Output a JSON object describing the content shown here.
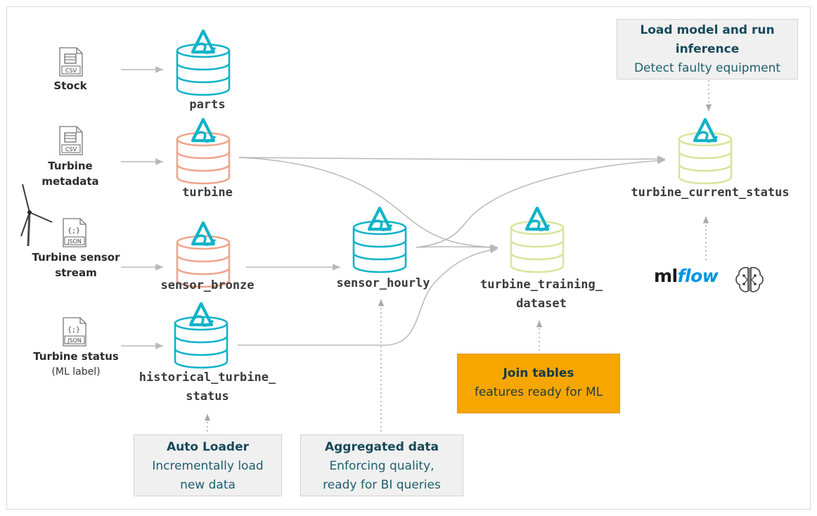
{
  "sources": [
    {
      "id": "stock",
      "file_type": "CSV",
      "label": "Stock",
      "sub": ""
    },
    {
      "id": "turbine-metadata",
      "file_type": "CSV",
      "label": "Turbine metadata",
      "label_lines": [
        "Turbine",
        "metadata"
      ],
      "sub": ""
    },
    {
      "id": "turbine-sensor-stream",
      "file_type": "JSON",
      "label": "Turbine sensor stream",
      "label_lines": [
        "Turbine sensor",
        "stream"
      ],
      "sub": ""
    },
    {
      "id": "turbine-status",
      "file_type": "JSON",
      "label": "Turbine status",
      "sub": "(ML label)"
    }
  ],
  "tables": {
    "parts": {
      "label": "parts",
      "color": "#10b3c8"
    },
    "turbine": {
      "label": "turbine",
      "color": "#eea58d"
    },
    "sensor_bronze": {
      "label": "sensor_bronze",
      "color": "#eea58d"
    },
    "historical_turbine_status": {
      "label_lines": [
        "historical_turbine_",
        "status"
      ],
      "color": "#10b3c8"
    },
    "sensor_hourly": {
      "label": "sensor_hourly",
      "color": "#10b3c8"
    },
    "turbine_training_dataset": {
      "label_lines": [
        "turbine_training_",
        "dataset"
      ],
      "color": "#d9e59d"
    },
    "turbine_current_status": {
      "label": "turbine_current_status",
      "color": "#d9e59d"
    }
  },
  "boxes": {
    "auto_loader": {
      "title": "Auto Loader",
      "lines": [
        "Incrementally load",
        "new data"
      ]
    },
    "aggregated": {
      "title": "Aggregated data",
      "lines": [
        "Enforcing quality,",
        "ready for BI queries"
      ]
    },
    "join": {
      "title": "Join tables",
      "lines": [
        "features ready for ML"
      ]
    },
    "inference": {
      "title_lines": [
        "Load model and run",
        "inference"
      ],
      "lines": [
        "Detect faulty equipment"
      ]
    }
  },
  "mlflow": {
    "ml": "ml",
    "flow": "flow"
  },
  "colors": {
    "delta_icon": "#10b3c8",
    "bronze": "#eea58d",
    "silver": "#10b3c8",
    "gold": "#d9e59d",
    "arrow": "#b8b8b8",
    "join_box": "#f7a600",
    "info_box": "#f0f0f0",
    "box_text": "#1d5e6e"
  }
}
